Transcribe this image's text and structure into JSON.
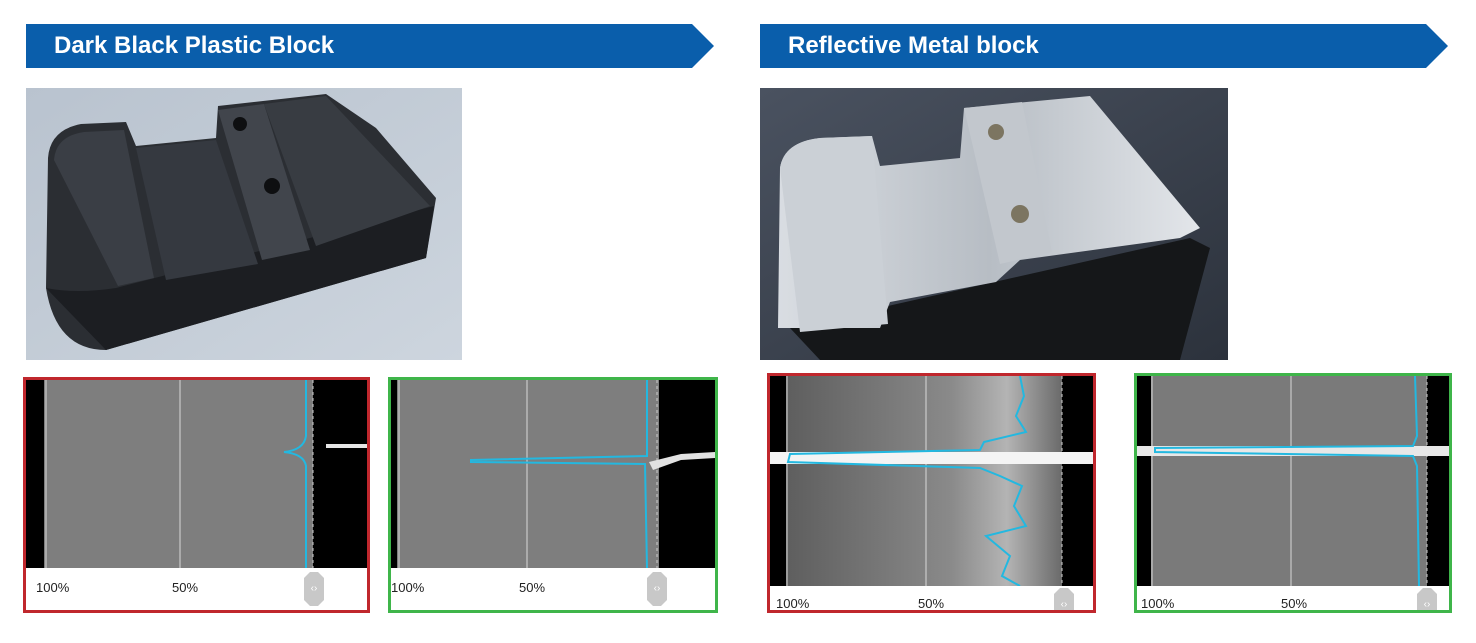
{
  "sections": {
    "left": {
      "title": "Dark Black Plastic Block"
    },
    "right": {
      "title": "Reflective Metal block"
    }
  },
  "scan_panels": [
    {
      "status": "bad",
      "status_color": "#c0272d",
      "ticks": [
        "100%",
        "50%"
      ],
      "handle_icon": "‹›"
    },
    {
      "status": "good",
      "status_color": "#3fb54a",
      "ticks": [
        "100%",
        "50%"
      ],
      "handle_icon": "‹›"
    },
    {
      "status": "bad",
      "status_color": "#c0272d",
      "ticks": [
        "100%",
        "50%"
      ],
      "handle_icon": "‹›"
    },
    {
      "status": "good",
      "status_color": "#3fb54a",
      "ticks": [
        "100%",
        "50%"
      ],
      "handle_icon": "‹›"
    }
  ],
  "colors": {
    "banner": "#0a5eab",
    "profile_line": "#23b8e0"
  }
}
